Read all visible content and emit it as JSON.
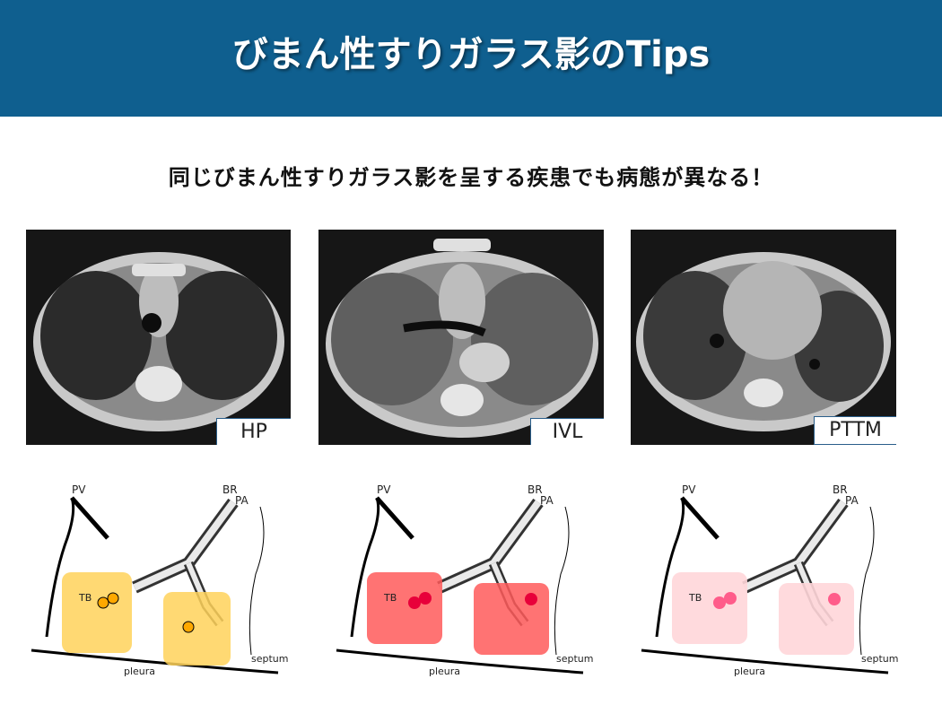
{
  "header": {
    "title": "びまん性すりガラス影のTips",
    "bg_color": "#0f5f8f"
  },
  "subtitle": "同じびまん性すりガラス影を呈する疾患でも病態が異なる！",
  "ct_images": [
    {
      "label": "HP"
    },
    {
      "label": "IVL"
    },
    {
      "label": "PTTM"
    }
  ],
  "diagram_labels": {
    "pv": "PV",
    "br": "BR",
    "pa": "PA",
    "tb": "TB",
    "septum": "septum",
    "pleura": "pleura"
  },
  "highlight_colors": {
    "hp_box": "#ffd25a",
    "hp_dot": "#ffa800",
    "ivl_box": "#ff5a5a",
    "ivl_dot": "#e8003a",
    "pttm_box": "#ffd6d9",
    "pttm_dot": "#ff5c8a"
  }
}
